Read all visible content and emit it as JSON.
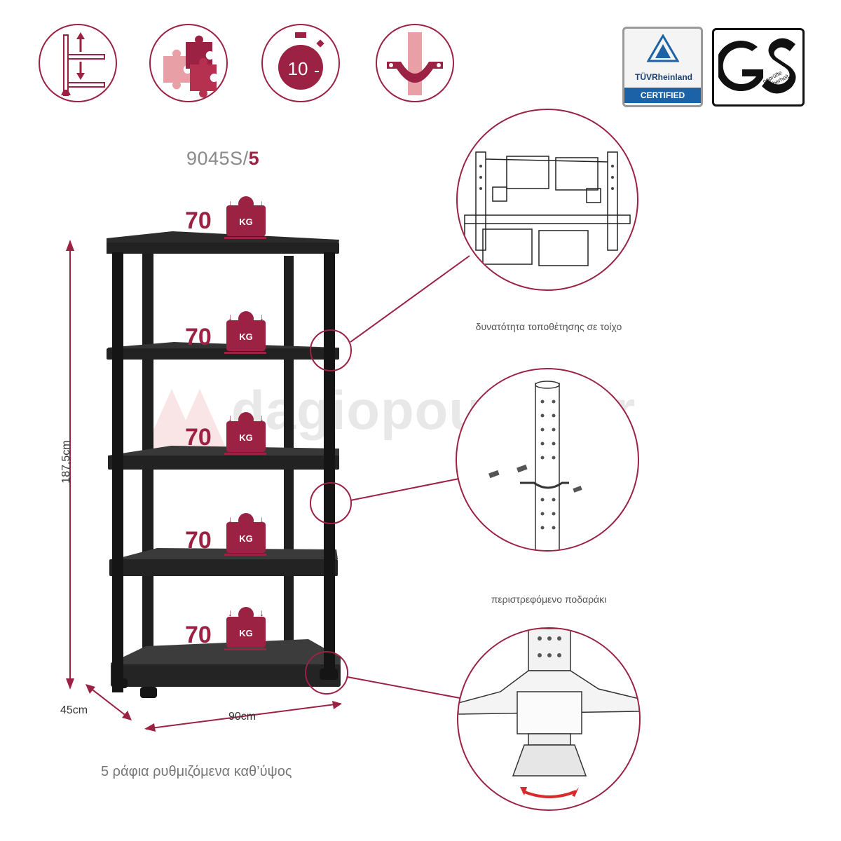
{
  "colors": {
    "accent": "#9b2243",
    "shelf": "#2a2a2a",
    "watermark": "#c0c0c0"
  },
  "features": [
    {
      "icon": "adjustable-height-icon"
    },
    {
      "icon": "puzzle-assembly-icon"
    },
    {
      "icon": "timer-10-icon",
      "text": "10"
    },
    {
      "icon": "wall-bracket-icon"
    }
  ],
  "certifications": {
    "tuv": {
      "brand": "TÜVRheinland",
      "label": "CERTIFIED"
    },
    "gs": {
      "letters": "GS",
      "sub": "geprüfte Sicherheit"
    }
  },
  "model": {
    "prefix": "9045S/",
    "suffix": "5"
  },
  "loads": [
    {
      "value": "70",
      "unit": "KG"
    },
    {
      "value": "70",
      "unit": "KG"
    },
    {
      "value": "70",
      "unit": "KG"
    },
    {
      "value": "70",
      "unit": "KG"
    },
    {
      "value": "70",
      "unit": "KG"
    }
  ],
  "dimensions": {
    "height": "187,5cm",
    "width": "90cm",
    "depth": "45cm"
  },
  "callouts": {
    "wall": "δυνατότητα τοποθέτησης σε τοίχο",
    "foot": "περιστρεφόμενο ποδαράκι"
  },
  "watermark": "dagiopoulos.gr",
  "footer_caption": "5 ράφια ρυθμιζόμενα καθ’ύψος"
}
